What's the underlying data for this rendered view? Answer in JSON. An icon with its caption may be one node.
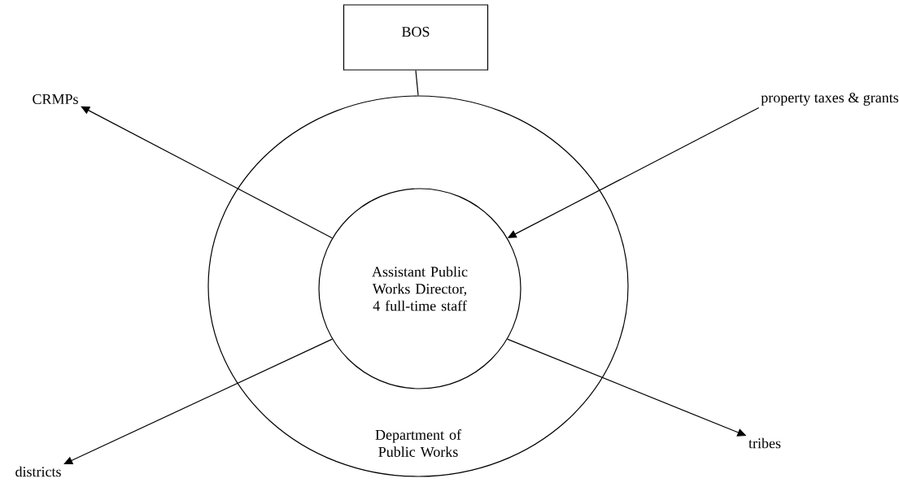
{
  "diagram": {
    "nodes": [
      {
        "text": [
          "BOS"
        ]
      },
      {
        "text": [
          "Department of Public Works"
        ]
      },
      {
        "text": [
          "Assistant Public Works Director, 4 full-time staff"
        ],
        "in": 1
      },
      {
        "text": [
          "CRMPs"
        ]
      },
      {
        "text": [
          "property taxes & grants"
        ]
      },
      {
        "text": [
          "districts"
        ]
      },
      {
        "text": [
          "tribes"
        ]
      }
    ],
    "edges": [
      {
        "from": 0,
        "to": 1,
        "arrow": "none"
      },
      {
        "from": 2,
        "to": 3,
        "arrow": "to"
      },
      {
        "from": 4,
        "to": 2,
        "arrow": "to"
      },
      {
        "from": 2,
        "to": 5,
        "arrow": "to"
      },
      {
        "from": 2,
        "to": 6,
        "arrow": "to"
      }
    ]
  }
}
